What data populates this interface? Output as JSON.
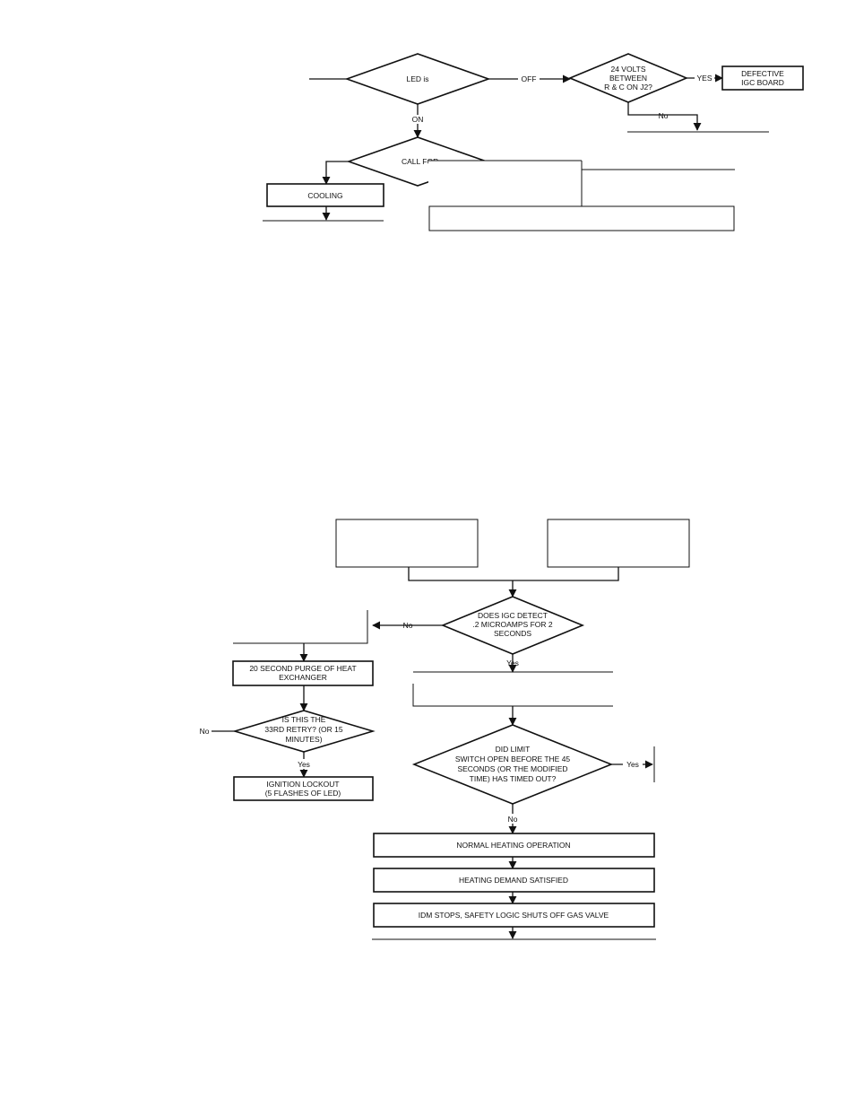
{
  "top": {
    "led_is": "LED is",
    "off": "OFF",
    "on": "ON",
    "volts": [
      "24 VOLTS",
      "BETWEEN",
      "R & C ON J2?"
    ],
    "yes": "YES",
    "defective": [
      "DEFECTIVE",
      "IGC BOARD"
    ],
    "no": "No",
    "call_for": "CALL FOR",
    "cooling": "COOLING"
  },
  "bottom": {
    "detect": [
      "DOES IGC DETECT",
      ".2 MICROAMPS FOR 2",
      "SECONDS"
    ],
    "detect_no": "No",
    "detect_yes": "Yes",
    "purge": [
      "20 SECOND PURGE OF HEAT",
      "EXCHANGER"
    ],
    "retry": [
      "IS THIS THE",
      "33RD RETRY? (OR 15",
      "MINUTES)"
    ],
    "retry_no": "No",
    "retry_yes": "Yes",
    "lockout": [
      "IGNITION LOCKOUT",
      "(5 FLASHES OF LED)"
    ],
    "limit": [
      "DID LIMIT",
      "SWITCH OPEN BEFORE THE 45",
      "SECONDS (OR THE MODIFIED",
      "TIME) HAS TIMED OUT?"
    ],
    "limit_yes": "Yes",
    "limit_no": "No",
    "normal": "NORMAL  HEATING  OPERATION",
    "satisfied": "HEATING  DEMAND  SATISFIED",
    "idm": "IDM STOPS, SAFETY LOGIC SHUTS OFF GAS VALVE"
  }
}
